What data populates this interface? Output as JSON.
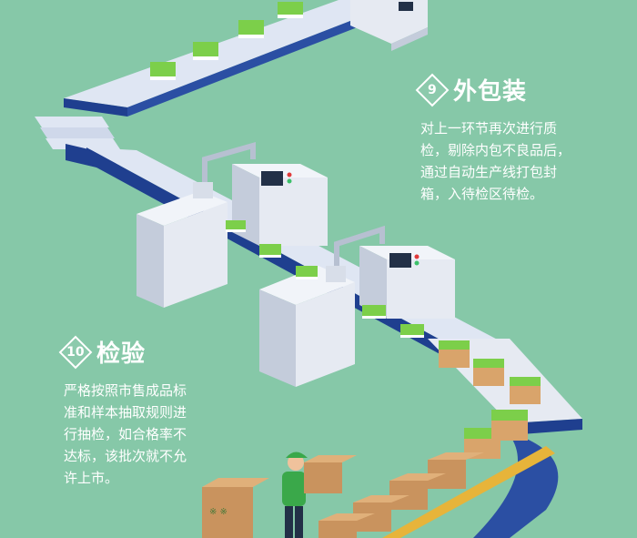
{
  "steps": [
    {
      "number": "9",
      "title": "外包装",
      "desc_lines": [
        "对上一环节再次进行质",
        "检，剔除内包不良品后，",
        "通过自动生产线打包封",
        "箱，入待检区待检。"
      ]
    },
    {
      "number": "10",
      "title": "检验",
      "desc_lines": [
        "严格按照市售成品标",
        "准和样本抽取规则进",
        "行抽检，如合格率不",
        "达标，该批次就不允",
        "许上市。"
      ]
    }
  ],
  "colors": {
    "background": "#86c8a8",
    "belt_light": "#dfe6f3",
    "belt_dark": "#1f3f8f",
    "machine": "#e6eaf2",
    "conveyor_gold": "#e7b43a",
    "box": "#d9a46b",
    "product_green": "#7ccf4a",
    "worker_green": "#3aa84a"
  },
  "icons": [
    "diamond-number-badge",
    "packaging-machine",
    "conveyor-belt",
    "cardboard-box",
    "worker"
  ]
}
